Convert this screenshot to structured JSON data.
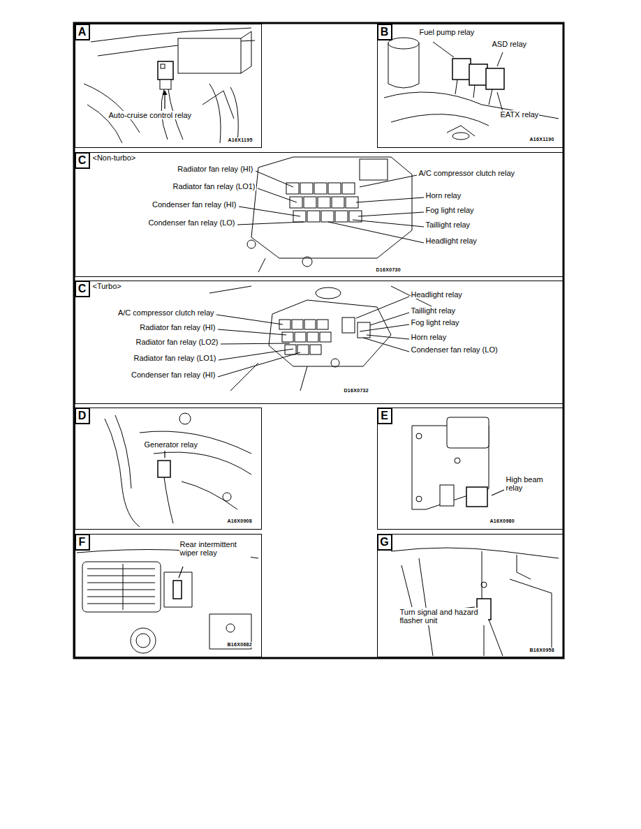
{
  "diagram": {
    "nodes": [
      {
        "text": [
          "Auto-cruise control relay",
          "A16X1195"
        ]
      },
      {
        "text": [
          "A"
        ],
        "in": 0
      },
      {
        "text": [
          "Fuel pump relay",
          "ASD relay",
          "EATX relay",
          "A16X1190"
        ]
      },
      {
        "text": [
          "B"
        ],
        "in": 2
      },
      {
        "text": [
          "<Non-turbo>",
          "Radiator fan relay (HI)",
          "Radiator fan relay (LO1)",
          "Condenser fan relay (HI)",
          "Condenser fan relay (LO)",
          "A/C compressor clutch relay",
          "Horn relay",
          "Fog light relay",
          "Taillight relay",
          "Headlight relay",
          "D16X0730"
        ]
      },
      {
        "text": [
          "C"
        ],
        "in": 4
      },
      {
        "text": [
          "<Turbo>",
          "Headlight relay",
          "Taillight relay",
          "Fog light relay",
          "Horn relay",
          "Condenser fan relay (LO)",
          "A/C compressor clutch relay",
          "Radiator fan relay (HI)",
          "Radiator fan relay (LO2)",
          "Radiator fan relay (LO1)",
          "Condenser fan relay (HI)",
          "D16X0732"
        ]
      },
      {
        "text": [
          "C"
        ],
        "in": 6
      },
      {
        "text": [
          "Generator relay",
          "A16X0908"
        ]
      },
      {
        "text": [
          "D"
        ],
        "in": 8
      },
      {
        "text": [
          "High beam relay",
          "A16X0980"
        ]
      },
      {
        "text": [
          "E"
        ],
        "in": 10
      },
      {
        "text": [
          "Rear intermittent wiper relay",
          "B16X0682"
        ]
      },
      {
        "text": [
          "F"
        ],
        "in": 12
      },
      {
        "text": [
          "Turn signal and hazard flasher unit",
          "B16X0958"
        ]
      },
      {
        "text": [
          "G"
        ],
        "in": 14
      }
    ]
  }
}
